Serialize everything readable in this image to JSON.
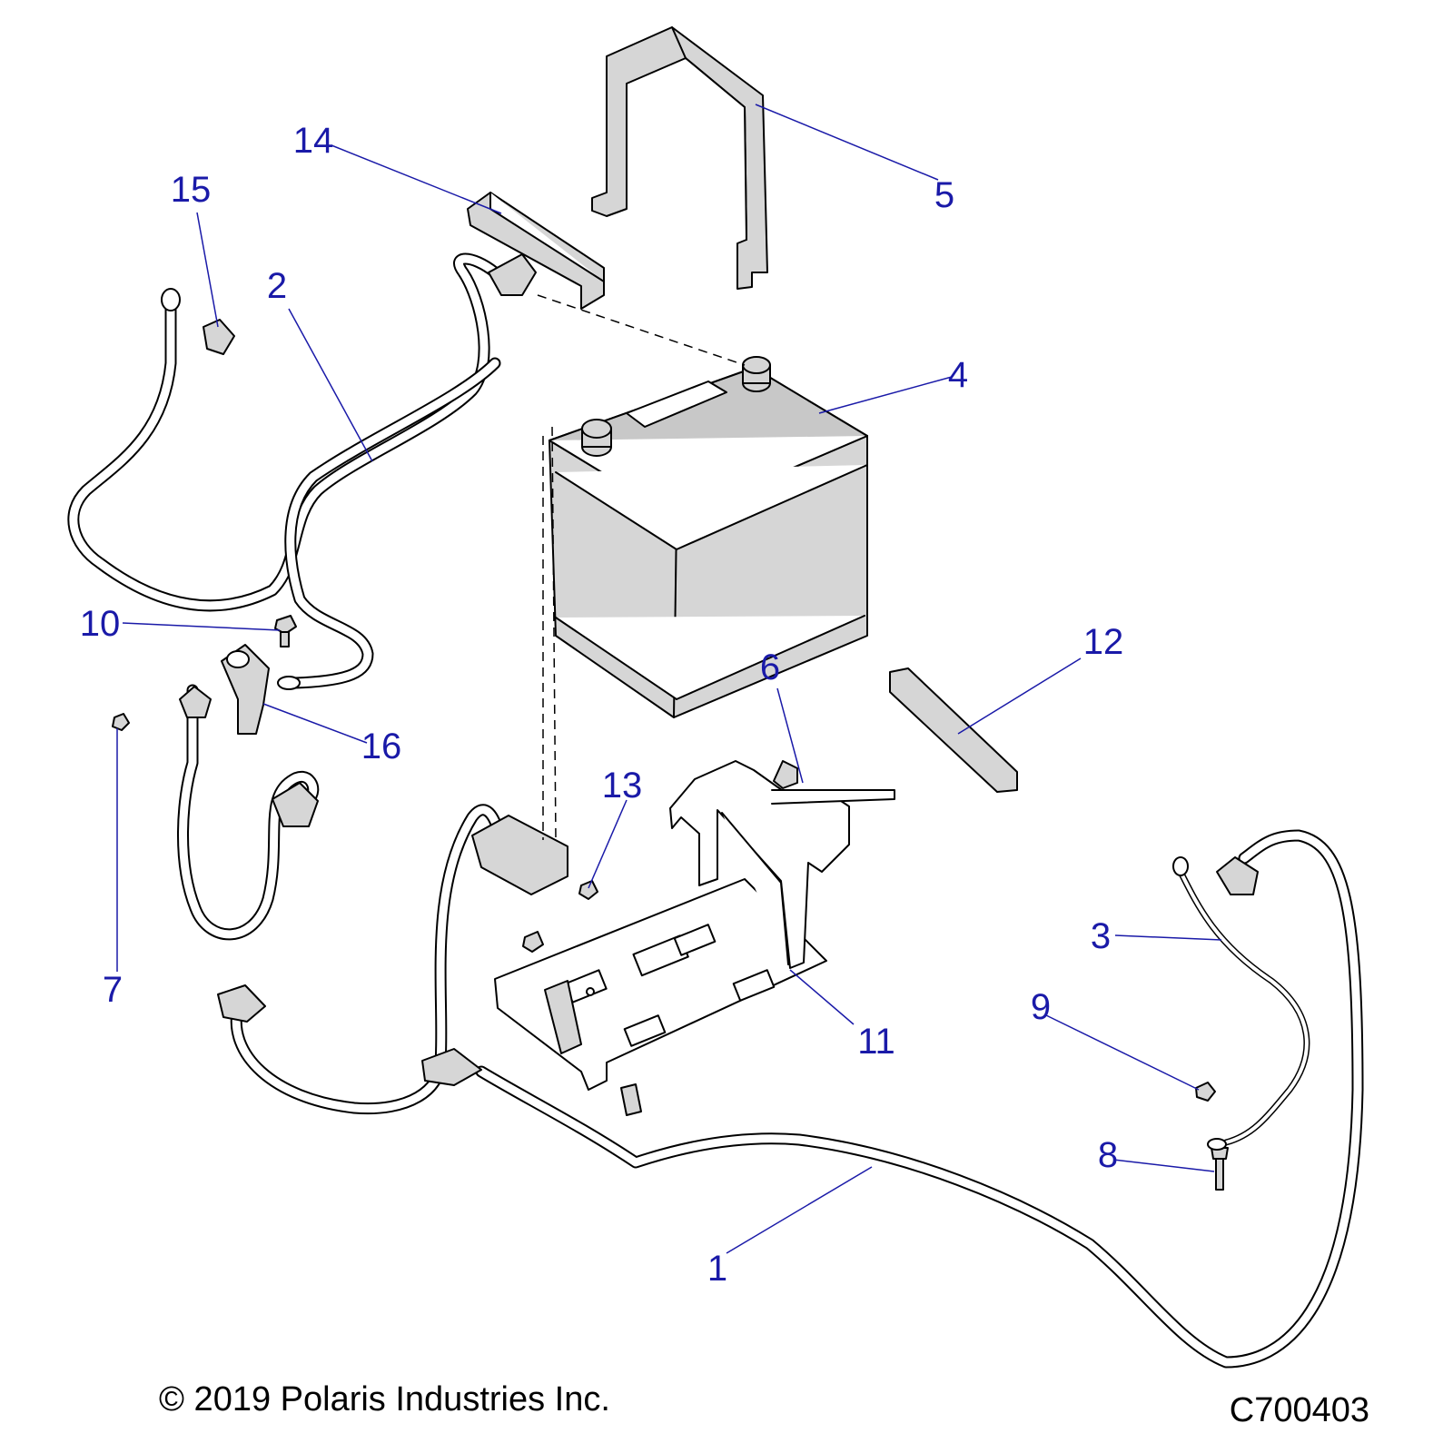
{
  "callouts": [
    {
      "label": "1"
    },
    {
      "label": "2"
    },
    {
      "label": "3"
    },
    {
      "label": "4"
    },
    {
      "label": "5"
    },
    {
      "label": "6"
    },
    {
      "label": "7"
    },
    {
      "label": "8"
    },
    {
      "label": "9"
    },
    {
      "label": "10"
    },
    {
      "label": "11"
    },
    {
      "label": "12"
    },
    {
      "label": "13"
    },
    {
      "label": "14"
    },
    {
      "label": "15"
    },
    {
      "label": "16"
    }
  ],
  "footer": {
    "copyright": "© 2019 Polaris Industries Inc.",
    "drawing_id": "C700403"
  },
  "colors": {
    "callout": "#1a1aa8",
    "part_fill": "#d6d6d6",
    "line": "#000000"
  }
}
